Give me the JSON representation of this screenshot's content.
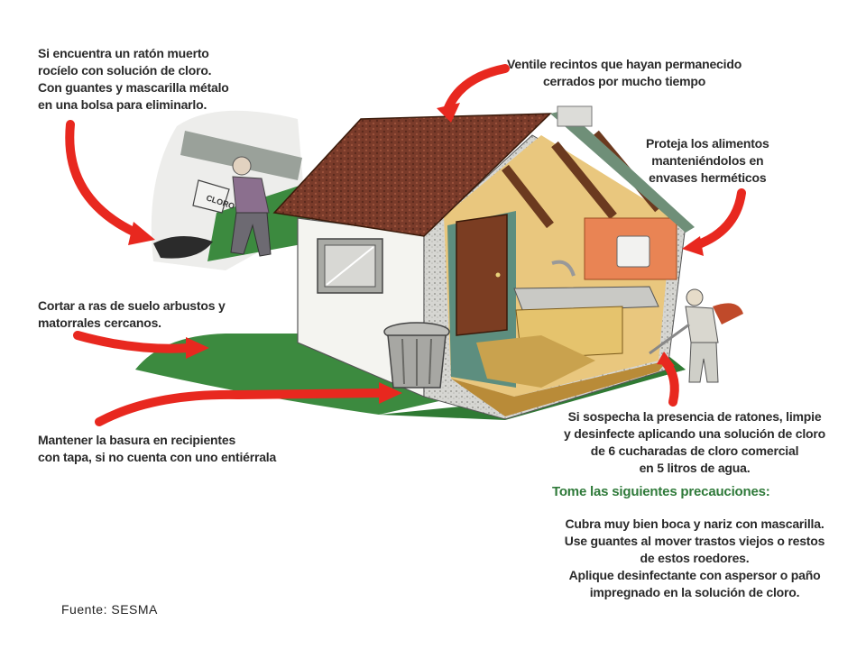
{
  "notes": {
    "mouse": [
      "Si encuentra un ratón muerto",
      "rocíelo con solución de cloro.",
      "Con guantes y mascarilla métalo",
      "en una bolsa para eliminarlo."
    ],
    "ventilate": [
      "Ventile recintos  que hayan permanecido",
      "cerrados por mucho tiempo"
    ],
    "food": [
      "Proteja los alimentos",
      "manteniéndolos en",
      "envases herméticos"
    ],
    "cut": [
      "Cortar a ras de suelo arbustos y",
      "matorrales cercanos."
    ],
    "trash": [
      "Mantener la basura en recipientes",
      "con tapa, si no cuenta con uno entiérrala"
    ],
    "suspect": [
      "Si sospecha la presencia de ratones, limpie",
      "y desinfecte aplicando una solución de cloro",
      "de 6 cucharadas de cloro comercial",
      "en 5 litros  de agua."
    ],
    "heading": "Tome las siguientes precauciones:",
    "precautions": [
      "Cubra muy  bien boca  y nariz con mascarilla.",
      "Use guantes  al mover trastos viejos o restos",
      "de estos roedores.",
      "Aplique desinfectante con aspersor o paño",
      "impregnado en la solución de cloro."
    ]
  },
  "container_label": "CLORO",
  "source": "Fuente: SESMA",
  "colors": {
    "arrow": "#e8281f",
    "grass": "#3c8a3f",
    "roof": "#7a3b2a",
    "wall": "#f4f4f0",
    "interior": "#e9c77e",
    "heading": "#2f7a3a"
  }
}
